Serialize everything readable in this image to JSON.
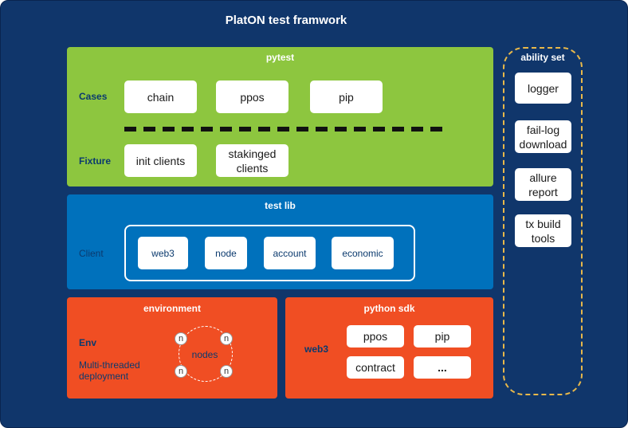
{
  "title": "PlatON test framwork",
  "pytest": {
    "title": "pytest",
    "cases_label": "Cases",
    "fixture_label": "Fixture",
    "cases": [
      "chain",
      "ppos",
      "pip"
    ],
    "fixtures": [
      "init clients",
      "stakinged clients"
    ]
  },
  "testlib": {
    "title": "test lib",
    "client_label": "Client",
    "items": [
      "web3",
      "node",
      "account",
      "economic"
    ]
  },
  "environment": {
    "title": "environment",
    "env_label": "Env",
    "desc": "Multi-threaded deployment",
    "nodes_label": "nodes",
    "node_letter": "n"
  },
  "sdk": {
    "title": "python sdk",
    "web3_label": "web3",
    "items": [
      "ppos",
      "pip",
      "contract",
      "..."
    ]
  },
  "ability": {
    "title": "ability set",
    "items": [
      "logger",
      "fail-log download",
      "allure report",
      "tx build tools"
    ]
  },
  "colors": {
    "background": "#10366b",
    "pytest": "#8dc63f",
    "testlib": "#0071bc",
    "orange": "#f04e23",
    "ability_border": "#e8b84a",
    "label_dark": "#0b3a6e"
  }
}
